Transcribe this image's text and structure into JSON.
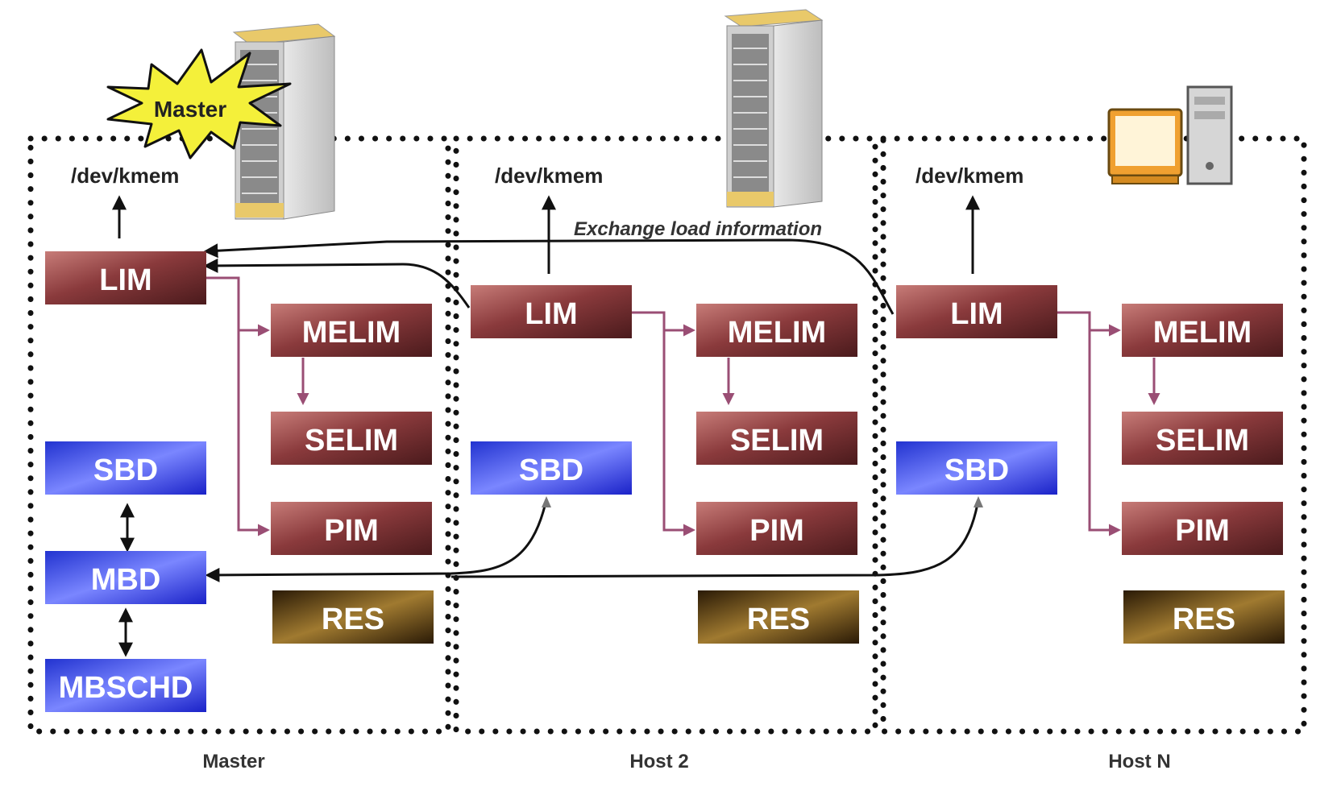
{
  "hosts": [
    {
      "label": "Master",
      "kmem": "/dev/kmem",
      "boxes": {
        "lim": "LIM",
        "melim": "MELIM",
        "selim": "SELIM",
        "pim": "PIM",
        "res": "RES",
        "sbd": "SBD",
        "mbd": "MBD",
        "mbschd": "MBSCHD"
      }
    },
    {
      "label": "Host 2",
      "kmem": "/dev/kmem",
      "boxes": {
        "lim": "LIM",
        "melim": "MELIM",
        "selim": "SELIM",
        "pim": "PIM",
        "res": "RES",
        "sbd": "SBD"
      }
    },
    {
      "label": "Host N",
      "kmem": "/dev/kmem",
      "boxes": {
        "lim": "LIM",
        "melim": "MELIM",
        "selim": "SELIM",
        "pim": "PIM",
        "res": "RES",
        "sbd": "SBD"
      }
    }
  ],
  "master_badge": "Master",
  "exchange_label": "Exchange load information",
  "colors": {
    "red_box": "#8a3a3c",
    "blue_box": "#2a3adf",
    "brown_box": "#6b4a14",
    "pink_arrow": "#9a4e74",
    "burst": "#f4f03a"
  },
  "icons": [
    "server-rack-icon",
    "server-rack-icon",
    "desktop-computer-icon"
  ]
}
